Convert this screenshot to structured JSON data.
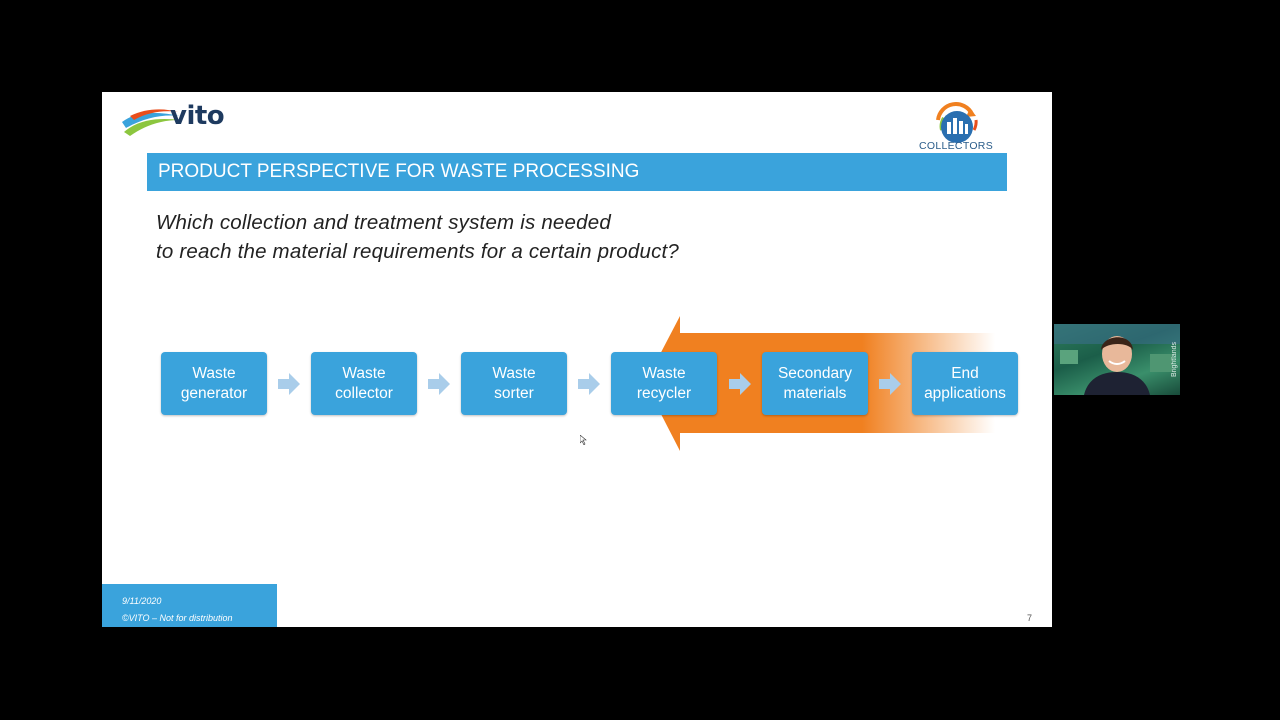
{
  "slide": {
    "brand_name": "vito",
    "partner_logo_text": "COLLECTORS",
    "title": "PRODUCT PERSPECTIVE FOR WASTE PROCESSING",
    "question_line1": "Which collection and treatment system is needed",
    "question_line2": "to reach the material requirements for a certain product?",
    "steps": [
      {
        "label": "Waste\ngenerator"
      },
      {
        "label": "Waste\ncollector"
      },
      {
        "label": "Waste\nsorter"
      },
      {
        "label": "Waste\nrecycler"
      },
      {
        "label": "Secondary\nmaterials"
      },
      {
        "label": "End\napplications"
      }
    ],
    "footer_date": "9/11/2020",
    "footer_copyright": "©VITO – Not for distribution",
    "page_number": "7"
  },
  "webcam": {
    "overlay_text": "Brightlands"
  },
  "colors": {
    "accent_blue": "#3aa3dc",
    "arrow_orange": "#f08020",
    "chevron_blue": "#a9cdea"
  }
}
